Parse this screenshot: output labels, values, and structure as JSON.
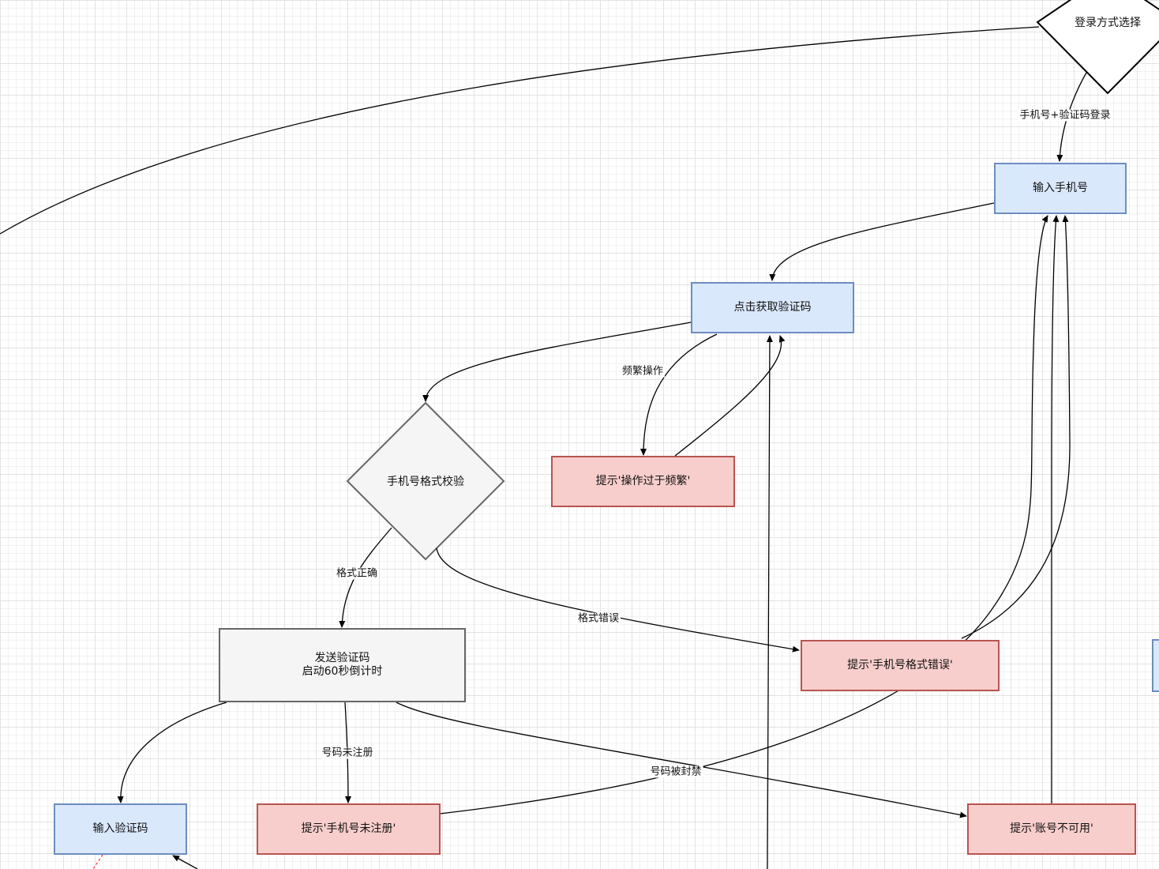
{
  "nodes": {
    "login_choice": "登录方式选择",
    "input_phone": "输入手机号",
    "get_code": "点击获取验证码",
    "phone_format_check": "手机号格式校验",
    "too_frequent": "提示'操作过于频繁'",
    "send_code": "发送验证码\n启动60秒倒计时",
    "format_error": "提示'手机号格式错误'",
    "input_code": "输入验证码",
    "not_registered": "提示'手机号未注册'",
    "account_unavailable": "提示'账号不可用'"
  },
  "edge_labels": {
    "phone_code_login": "手机号+验证码登录",
    "frequent_operation": "频繁操作",
    "format_correct": "格式正确",
    "format_wrong": "格式错误",
    "number_unregistered": "号码未注册",
    "number_banned": "号码被封禁"
  },
  "colors": {
    "process_fill": "#dae8fc",
    "process_stroke": "#6c8ebf",
    "error_fill": "#f8cecc",
    "error_stroke": "#b85450",
    "neutral_fill": "#f5f5f5",
    "neutral_stroke": "#666666"
  }
}
